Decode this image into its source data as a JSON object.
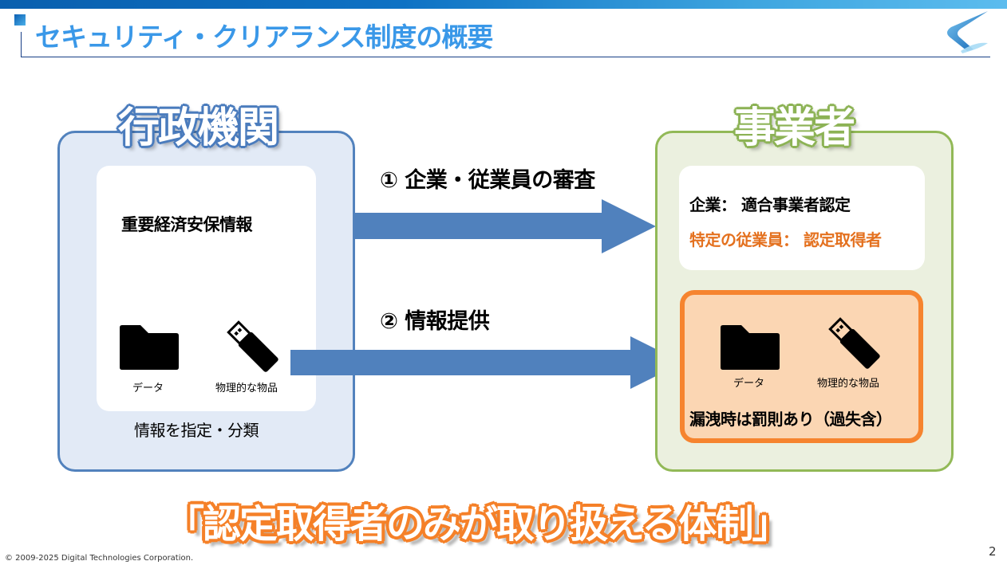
{
  "header": {
    "title": "セキュリティ・クリアランス制度の概要",
    "logo_icon": "company-logo-icon"
  },
  "government": {
    "heading": "行政機関",
    "info_title": "重要経済安保情報",
    "items": [
      {
        "icon": "folder-icon",
        "label": "データ"
      },
      {
        "icon": "usb-drive-icon",
        "label": "物理的な物品"
      }
    ],
    "footer": "情報を指定・分類"
  },
  "flows": [
    {
      "label": "① 企業・従業員の審査",
      "icon": "arrow-right-icon"
    },
    {
      "label": "② 情報提供",
      "icon": "arrow-right-icon"
    }
  ],
  "business": {
    "heading": "事業者",
    "line1": "企業： 適合事業者認定",
    "line2": "特定の従業員： 認定取得者",
    "items": [
      {
        "icon": "folder-icon",
        "label": "データ"
      },
      {
        "icon": "usb-drive-icon",
        "label": "物理的な物品"
      }
    ],
    "penalty": "漏洩時は罰則あり（過失含）"
  },
  "banner": "「認定取得者のみが取り扱える体制」",
  "footer": {
    "copyright": "© 2009-2025 Digital Technologies Corporation.",
    "page_number": "2"
  },
  "colors": {
    "title_blue": "#3a98e8",
    "gov_border": "#5282bd",
    "gov_fill": "#e2eaf6",
    "biz_border": "#92b957",
    "biz_fill": "#ebf0df",
    "arrow": "#5081bd",
    "accent_orange": "#f6842f",
    "orange_fill": "#fbd6b3",
    "orange_text": "#e4711f"
  }
}
